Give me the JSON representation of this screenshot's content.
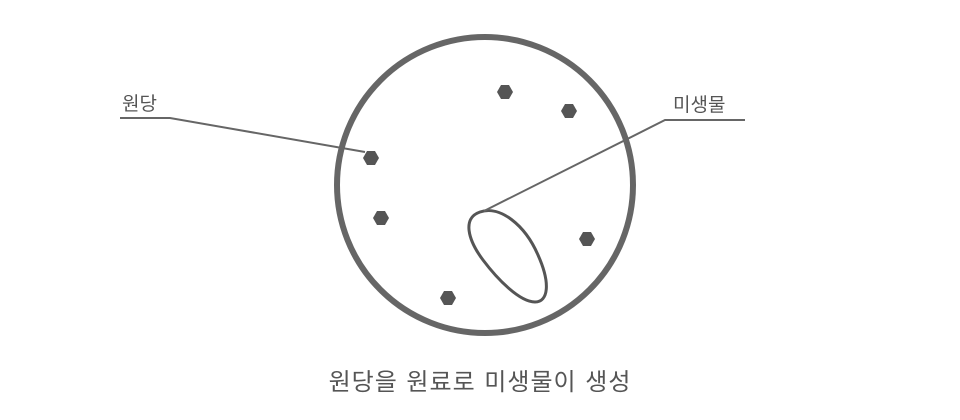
{
  "labels": {
    "sugar": "원당",
    "microbe": "미생물"
  },
  "caption": "원당을 원료로 미생물이 생성"
}
